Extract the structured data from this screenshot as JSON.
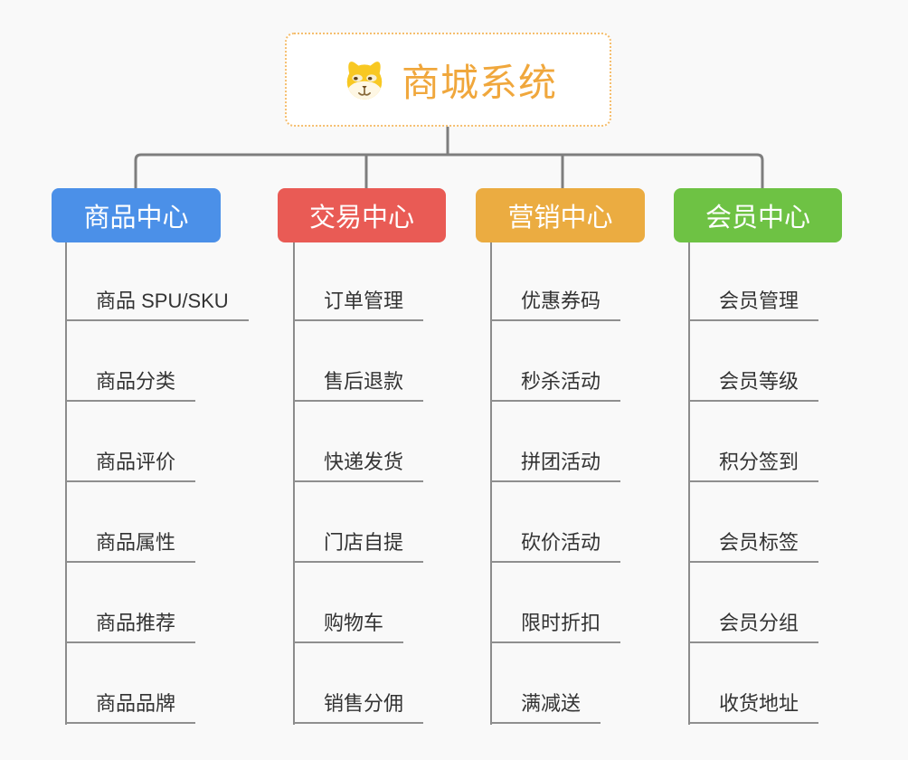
{
  "root": {
    "title": "商城系统",
    "icon": "dog-face-icon"
  },
  "branches": [
    {
      "label": "商品中心",
      "color": "#4B90E8",
      "children": [
        "商品 SPU/SKU",
        "商品分类",
        "商品评价",
        "商品属性",
        "商品推荐",
        "商品品牌"
      ]
    },
    {
      "label": "交易中心",
      "color": "#E95B55",
      "children": [
        "订单管理",
        "售后退款",
        "快递发货",
        "门店自提",
        "购物车",
        "销售分佣"
      ]
    },
    {
      "label": "营销中心",
      "color": "#EBAC41",
      "children": [
        "优惠券码",
        "秒杀活动",
        "拼团活动",
        "砍价活动",
        "限时折扣",
        "满减送"
      ]
    },
    {
      "label": "会员中心",
      "color": "#6EC244",
      "children": [
        "会员管理",
        "会员等级",
        "积分签到",
        "会员标签",
        "会员分组",
        "收货地址"
      ]
    }
  ],
  "colors": {
    "canvas_background": "#F9F9F9",
    "root_border": "#F5BE6E",
    "root_title_text": "#F0A73C",
    "connector_line": "#7E7E7E",
    "leaf_text": "#333333",
    "leaf_underline": "#8F8F8F"
  }
}
